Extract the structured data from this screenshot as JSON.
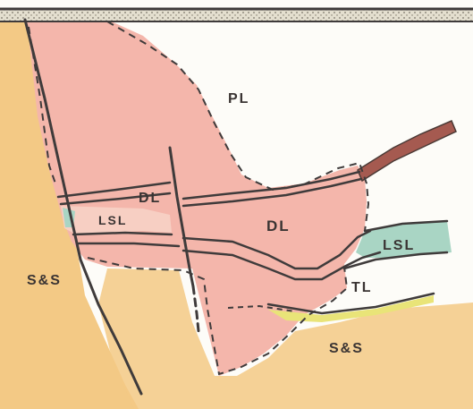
{
  "labels": {
    "pl": "PL",
    "dl_upper": "DL",
    "dl_main": "DL",
    "lsl_left": "LSL",
    "lsl_right": "LSL",
    "tl": "TL",
    "ss_left": "S&S",
    "ss_right": "S&S"
  },
  "colors": {
    "background": "#fdfcf8",
    "sand_and_silt": "#f3c985",
    "deltaic": "#f4b6ab",
    "laminated_silt": "#a9d5c4",
    "till_lens": "#e9e478",
    "fault_band": "#a55a50",
    "surface_band": "#e4dfcf",
    "line": "#3f3b3b"
  }
}
